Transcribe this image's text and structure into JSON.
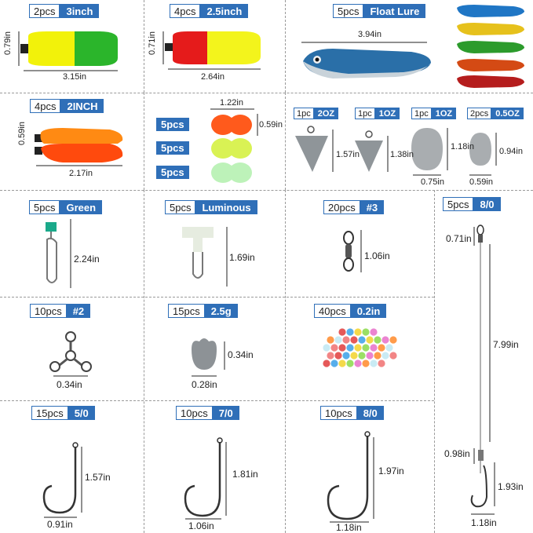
{
  "panels": {
    "float_3in": {
      "count": "2pcs",
      "spec": "3inch",
      "dims": [
        "0.79in",
        "3.15in"
      ]
    },
    "float_25in": {
      "count": "4pcs",
      "spec": "2.5inch",
      "dims": [
        "0.71in",
        "2.64in"
      ]
    },
    "float_lure": {
      "count": "5pcs",
      "spec": "Float Lure",
      "dims": [
        "3.94in"
      ]
    },
    "float_2in": {
      "count": "4pcs",
      "spec": "2INCH",
      "dims": [
        "0.59in",
        "2.17in"
      ]
    },
    "beads_float": {
      "labels": [
        "5pcs",
        "5pcs",
        "5pcs"
      ],
      "dims": [
        "1.22in",
        "0.59in"
      ]
    },
    "sinker_2oz": {
      "count": "1pc",
      "spec": "2OZ",
      "dims": [
        "1.57in"
      ]
    },
    "sinker_1oz_pyr": {
      "count": "1pc",
      "spec": "1OZ",
      "dims": [
        "1.38in"
      ]
    },
    "sinker_1oz_egg": {
      "count": "1pc",
      "spec": "1OZ",
      "dims": [
        "1.18in",
        "0.75in"
      ]
    },
    "sinker_05oz": {
      "count": "2pcs",
      "spec": "0.5OZ",
      "dims": [
        "0.94in",
        "0.59in"
      ]
    },
    "snap_green": {
      "count": "5pcs",
      "spec": "Green",
      "dims": [
        "2.24in"
      ]
    },
    "snap_lum": {
      "count": "5pcs",
      "spec": "Luminous",
      "dims": [
        "1.69in"
      ]
    },
    "swivel": {
      "count": "20pcs",
      "spec": "#3",
      "dims": [
        "1.06in"
      ]
    },
    "leader": {
      "count": "5pcs",
      "spec": "8/0",
      "dims": [
        "0.71in",
        "7.99in",
        "0.98in",
        "1.93in",
        "1.18in"
      ]
    },
    "three_way": {
      "count": "10pcs",
      "spec": "#2",
      "dims": [
        "0.34in"
      ]
    },
    "split_shot": {
      "count": "15pcs",
      "spec": "2.5g",
      "dims": [
        "0.34in",
        "0.28in"
      ]
    },
    "beads": {
      "count": "40pcs",
      "spec": "0.2in"
    },
    "hook_5": {
      "count": "15pcs",
      "spec": "5/0",
      "dims": [
        "1.57in",
        "0.91in"
      ]
    },
    "hook_7": {
      "count": "10pcs",
      "spec": "7/0",
      "dims": [
        "1.81in",
        "1.06in"
      ]
    },
    "hook_8": {
      "count": "10pcs",
      "spec": "8/0",
      "dims": [
        "1.97in",
        "1.18in"
      ]
    }
  },
  "colors": {
    "accent": "#2f6fb8"
  }
}
